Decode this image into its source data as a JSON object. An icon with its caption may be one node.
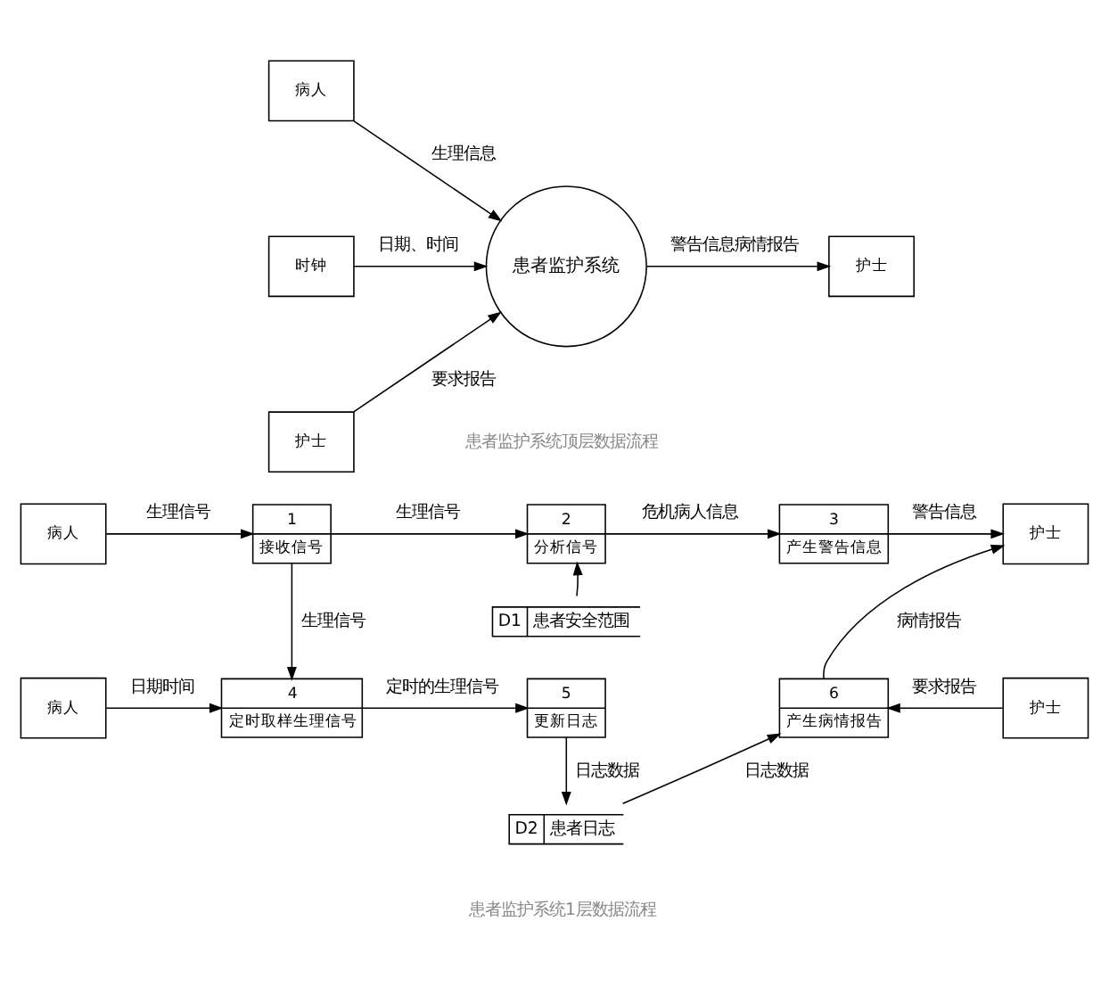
{
  "diagram": {
    "nodes": [
      {
        "text": [
          "病人"
        ]
      },
      {
        "text": [
          "时钟"
        ]
      },
      {
        "text": [
          "护士"
        ]
      },
      {
        "text": [
          "患者监护系统"
        ]
      },
      {
        "text": [
          "护士"
        ]
      },
      {
        "text": [
          "病人"
        ]
      },
      {
        "text": [
          "1",
          "接收信号"
        ]
      },
      {
        "text": [
          "2",
          "分析信号"
        ]
      },
      {
        "text": [
          "3",
          "产生警告信息"
        ]
      },
      {
        "text": [
          "护士"
        ]
      },
      {
        "text": [
          "D1",
          "患者安全范围"
        ]
      },
      {
        "text": [
          "病人"
        ]
      },
      {
        "text": [
          "4",
          "定时取样生理信号"
        ]
      },
      {
        "text": [
          "5",
          "更新日志"
        ]
      },
      {
        "text": [
          "6",
          "产生病情报告"
        ]
      },
      {
        "text": [
          "护士"
        ]
      },
      {
        "text": [
          "D2",
          "患者日志"
        ]
      }
    ],
    "edges": [
      {
        "from": 0,
        "to": 3,
        "arrow": "to",
        "label": "生理信息"
      },
      {
        "from": 1,
        "to": 3,
        "arrow": "to",
        "label": "日期、时间"
      },
      {
        "from": 2,
        "to": 3,
        "arrow": "to",
        "label": "要求报告"
      },
      {
        "from": 3,
        "to": 4,
        "arrow": "to",
        "label": "警告信息病情报告"
      },
      {
        "from": 5,
        "to": 6,
        "arrow": "to",
        "label": "生理信号"
      },
      {
        "from": 6,
        "to": 7,
        "arrow": "to",
        "label": "生理信号"
      },
      {
        "from": 7,
        "to": 8,
        "arrow": "to",
        "label": "危机病人信息"
      },
      {
        "from": 8,
        "to": 9,
        "arrow": "to",
        "label": "警告信息"
      },
      {
        "from": 10,
        "to": 7,
        "arrow": "to"
      },
      {
        "from": 6,
        "to": 12,
        "arrow": "to",
        "label": "生理信号"
      },
      {
        "from": 11,
        "to": 12,
        "arrow": "to",
        "label": "日期时间"
      },
      {
        "from": 12,
        "to": 13,
        "arrow": "to",
        "label": "定时的生理信号"
      },
      {
        "from": 13,
        "to": 16,
        "arrow": "to",
        "label": "日志数据"
      },
      {
        "from": 16,
        "to": 14,
        "arrow": "to",
        "label": "日志数据"
      },
      {
        "from": 15,
        "to": 14,
        "arrow": "to",
        "label": "要求报告"
      },
      {
        "from": 14,
        "to": 9,
        "arrow": "to",
        "label": "病情报告"
      }
    ],
    "labels": [
      "患者监护系统顶层数据流程",
      "患者监护系统1层数据流程"
    ]
  }
}
